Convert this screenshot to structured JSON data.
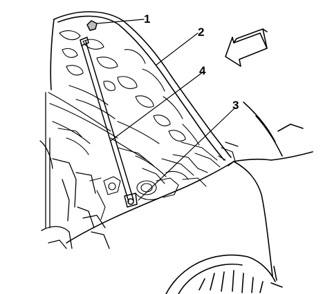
{
  "colors": {
    "ink": "#000000",
    "paper": "#ffffff"
  },
  "callouts": [
    {
      "number": "1"
    },
    {
      "number": "2"
    },
    {
      "number": "3"
    },
    {
      "number": "4"
    }
  ],
  "icons": {
    "direction_arrow": "arrow-icon"
  }
}
